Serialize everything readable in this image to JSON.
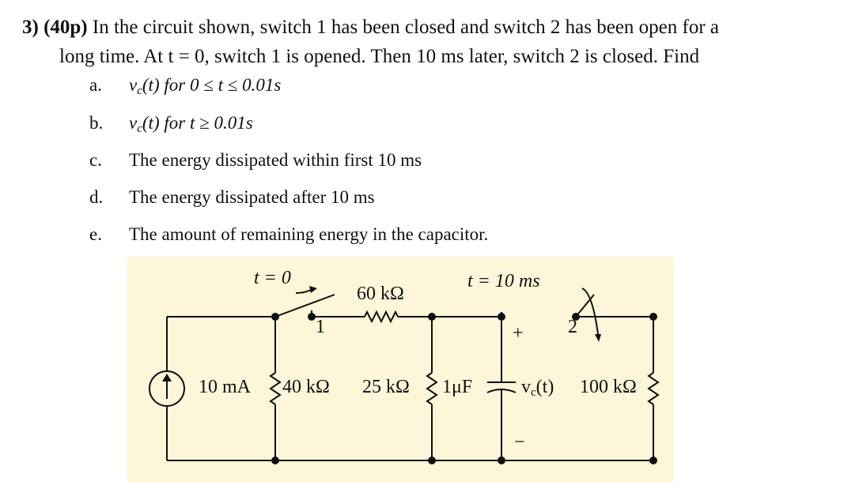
{
  "problem": {
    "number": "3)",
    "points": "(40p)",
    "line1": " In the circuit shown, switch 1 has been closed and switch 2 has been open for a",
    "line2": "long time. At t = 0, switch 1 is opened. Then 10 ms later, switch 2 is closed. Find"
  },
  "items": [
    {
      "label": "a.",
      "var": "v",
      "sub": "c",
      "rest": "(t) for 0 ≤ t ≤ 0.01s"
    },
    {
      "label": "b.",
      "var": "v",
      "sub": "c",
      "rest": "(t) for t ≥ 0.01s"
    },
    {
      "label": "c.",
      "text": "The energy dissipated within first 10 ms"
    },
    {
      "label": "d.",
      "text": "The energy dissipated after 10 ms"
    },
    {
      "label": "e.",
      "text": "The amount of remaining energy in the capacitor."
    }
  ],
  "circuit": {
    "switch1_time": "t = 0",
    "switch1_num": "1",
    "series_resistor": "60 kΩ",
    "switch2_time": "t = 10 ms",
    "switch2_num": "2",
    "plus": "+",
    "minus": "−",
    "source": "10 mA",
    "r1": "40 kΩ",
    "r2": "25 kΩ",
    "cap": "1μF",
    "vc": "v",
    "vc_sub": "c",
    "vc_arg": "(t)",
    "r3": "100 kΩ"
  }
}
